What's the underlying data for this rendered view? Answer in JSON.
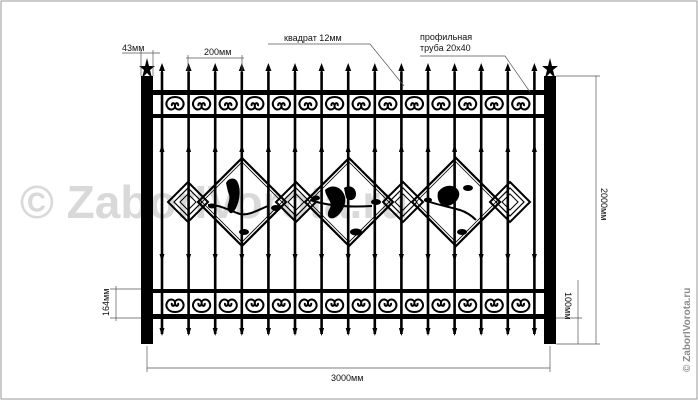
{
  "diagram": {
    "dimensions": {
      "post_width": "43мм",
      "bar_spacing": "200мм",
      "bar_material": "квадрат 12мм",
      "rail_material_line1": "профильная",
      "rail_material_line2": "труба 20х40",
      "height": "2000мм",
      "bottom_gap": "100мм",
      "rail_height": "164мм",
      "width": "3000мм"
    },
    "watermark": "© ZaborIVorota.ru",
    "copyright": "© ZaborIVorota.ru",
    "colors": {
      "metal": "#000000",
      "dimension_line": "#555555",
      "watermark": "#d9d9d9",
      "frame": "#999999"
    }
  }
}
